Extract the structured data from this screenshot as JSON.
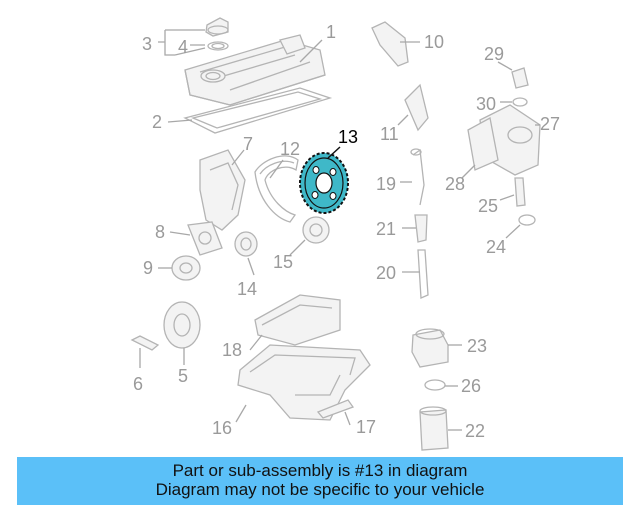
{
  "diagram": {
    "highlight_color": "#3fb8c8",
    "banner_color": "#5bc0f8",
    "callouts": {
      "c1": "1",
      "c2": "2",
      "c3": "3",
      "c4": "4",
      "c5": "5",
      "c6": "6",
      "c7": "7",
      "c8": "8",
      "c9": "9",
      "c10": "10",
      "c11": "11",
      "c12": "12",
      "c13": "13",
      "c14": "14",
      "c15": "15",
      "c16": "16",
      "c17": "17",
      "c18": "18",
      "c19": "19",
      "c20": "20",
      "c21": "21",
      "c22": "22",
      "c23": "23",
      "c24": "24",
      "c25": "25",
      "c26": "26",
      "c27": "27",
      "c28": "28",
      "c29": "29",
      "c30": "30"
    }
  },
  "banner": {
    "line1": "Part or sub-assembly is #13 in diagram",
    "line2": "Diagram may not be specific to your vehicle"
  }
}
